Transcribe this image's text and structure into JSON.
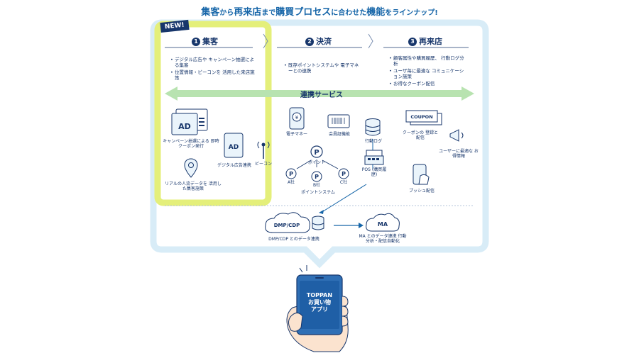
{
  "title": {
    "part1": "集客",
    "part2": "から",
    "part3": "再来店",
    "part4": "まで",
    "part5": "購買プロセス",
    "part6": "に合わせた",
    "part7": "機能",
    "part8": "をラインナップ!"
  },
  "new_badge": "NEW!",
  "columns": [
    {
      "num": "1",
      "label": "集客",
      "bullets": [
        "デジタル広告や キャンペーン抽選による集客",
        "位置情報・ビーコンを 活用した来店施策"
      ]
    },
    {
      "num": "2",
      "label": "決済",
      "bullets": [
        "既存ポイントシステムや 電子マネーとの連携"
      ]
    },
    {
      "num": "3",
      "label": "再来店",
      "bullets": [
        "顧客属性や購買履歴、 行動ログ分析",
        "ユーザ毎に最適な コミュニケーション施策",
        "お得なクーポン配信"
      ]
    }
  ],
  "renkei": "連携サービス",
  "labels": {
    "campaign": "キャンペーン抽選による 即時クーポン発行",
    "digital_ad": "デジタル広告連携",
    "beacon": "ビーコン",
    "real_data": "リアルの人流データを 活用した集客施策",
    "emoney": "電子マネー",
    "member": "会員証機能",
    "point": "ポイント",
    "a_sha": "A社",
    "b_sha": "B社",
    "c_sha": "C社",
    "point_system": "ポイントシステム",
    "action_log": "行動ログ",
    "pos": "POS (購買履歴)",
    "coupon_reg": "クーポンの 登録と配信",
    "user_info": "ユーザーに最適な お得情報",
    "push": "プッシュ配信",
    "dmp_box": "DMP/CDP",
    "dmp_caption": "DMP/CDP とのデータ連携",
    "ma_box": "MA",
    "ma_caption": "MA とのデータ連携 行動分析・配信自動化",
    "ad_badge": "AD",
    "coupon_ticket": "COUPON",
    "p_mark": "P",
    "yen_mark": "¥"
  },
  "phone": {
    "line1": "TOPPAN",
    "line2": "お買い物",
    "line3": "アプリ"
  },
  "colors": {
    "navy": "#17366b",
    "blue": "#1565a8",
    "frame": "#dceef8",
    "highlight": "#e4ef7a",
    "arrow": "#b8e3b0"
  }
}
